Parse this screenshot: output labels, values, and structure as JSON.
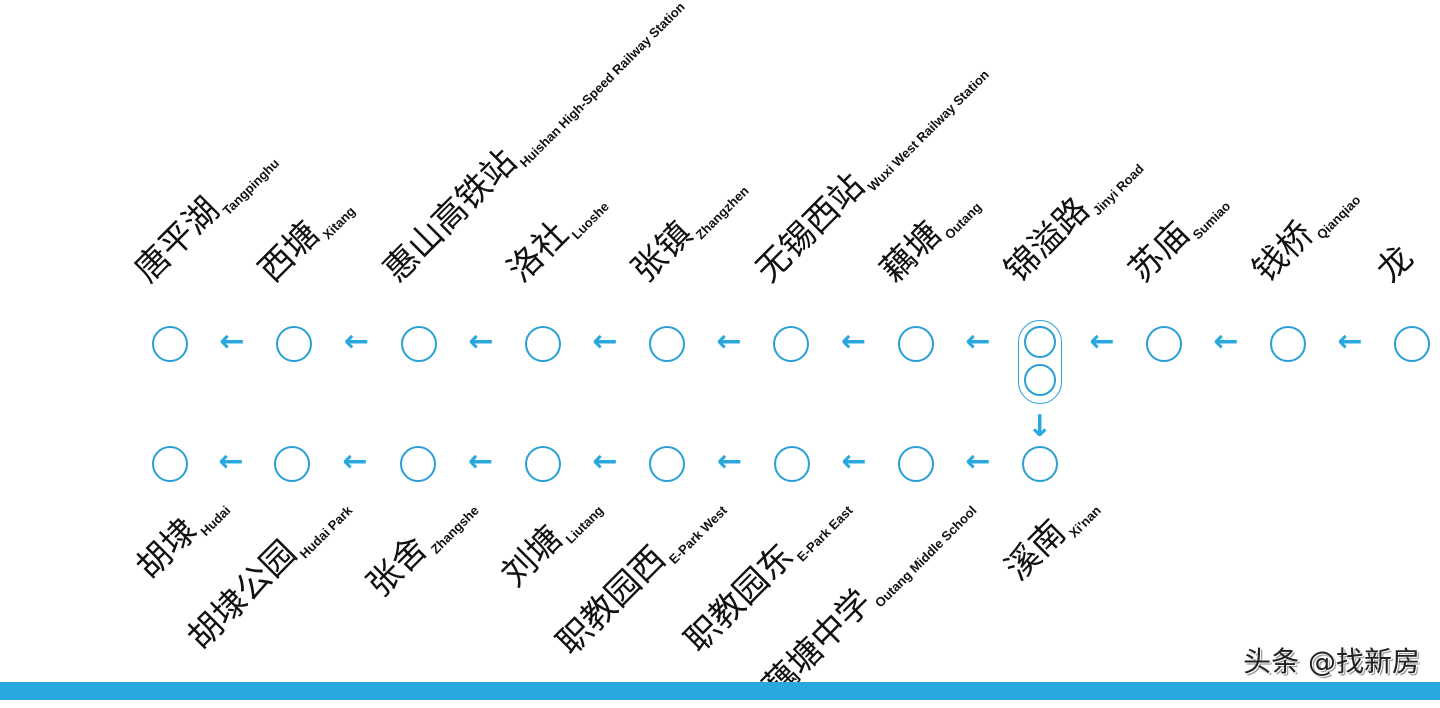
{
  "colors": {
    "line": "#2a9fd6",
    "arrow": "#29a8e0",
    "bar": "#29a8e0"
  },
  "top_row": [
    {
      "zh": "唐平湖",
      "en": "Tangpinghu"
    },
    {
      "zh": "西塘",
      "en": "Xitang"
    },
    {
      "zh": "惠山高铁站",
      "en": "Huishan High-Speed Railway Station"
    },
    {
      "zh": "洛社",
      "en": "Luoshe"
    },
    {
      "zh": "张镇",
      "en": "Zhangzhen"
    },
    {
      "zh": "无锡西站",
      "en": "Wuxi West Railway Station"
    },
    {
      "zh": "藕塘",
      "en": "Outang"
    },
    {
      "zh": "锦溢路",
      "en": "Jinyi Road"
    },
    {
      "zh": "苏庙",
      "en": "Sumiao"
    },
    {
      "zh": "钱桥",
      "en": "Qianqiao"
    },
    {
      "zh": "龙",
      "en": ""
    }
  ],
  "bottom_row": [
    {
      "zh": "胡埭",
      "en": "Hudai"
    },
    {
      "zh": "胡埭公园",
      "en": "Hudai Park"
    },
    {
      "zh": "张舍",
      "en": "Zhangshe"
    },
    {
      "zh": "刘塘",
      "en": "Liutang"
    },
    {
      "zh": "职教园西",
      "en": "E-Park West"
    },
    {
      "zh": "职教园东",
      "en": "E-Park East"
    },
    {
      "zh": "藕塘中学",
      "en": "Outang Middle School"
    },
    {
      "zh": "溪南",
      "en": "Xi'nan"
    }
  ],
  "icons": {
    "direction": "arrow-left-icon",
    "transfer": "arrow-down-icon"
  },
  "watermark": "头条 @找新房"
}
